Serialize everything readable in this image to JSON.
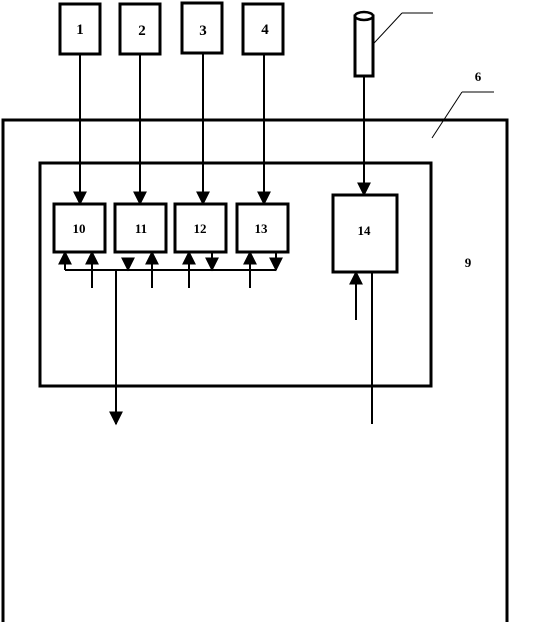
{
  "diagram": {
    "top_blocks": [
      "1",
      "2",
      "3",
      "4"
    ],
    "inner_blocks": [
      "10",
      "11",
      "12",
      "13"
    ],
    "big_block": "14",
    "label_outer": "6",
    "label_region": "9"
  }
}
